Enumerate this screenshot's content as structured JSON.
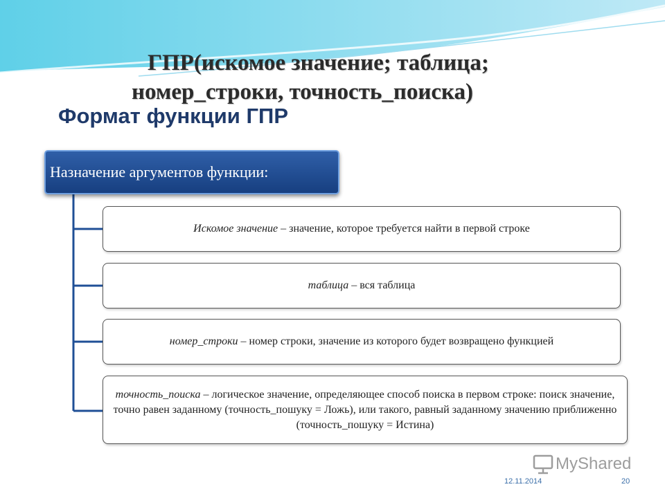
{
  "slide": {
    "syntax_line1": "ГПР(искомое значение; таблица;",
    "syntax_line2": "номер_строки, точность_поиска)",
    "heading": "Формат функции ГПР"
  },
  "diagram": {
    "root_label": "Назначение аргументов функции:",
    "items": [
      {
        "term": "Искомое значение",
        "text": " – значение, которое требуется найти в первой строке"
      },
      {
        "term": "таблица",
        "text": " – вся таблица"
      },
      {
        "term": "номер_строки",
        "text": " – номер строки, значение из которого будет возвращено функцией"
      },
      {
        "term": "точность_поиска",
        "text": " – логическое значение, определяющее способ поиска в первом строке: поиск значение, точно равен заданному (точность_пошуку = Ложь), или такого, равный заданному значению приближенно (точность_пошуку = Истина)"
      }
    ]
  },
  "footer": {
    "date": "12.11.2014",
    "page": "20",
    "watermark": "MyShared"
  },
  "colors": {
    "root_fill": "#1f4f96",
    "heading": "#1f3a6a",
    "connector": "#1f4f96"
  }
}
